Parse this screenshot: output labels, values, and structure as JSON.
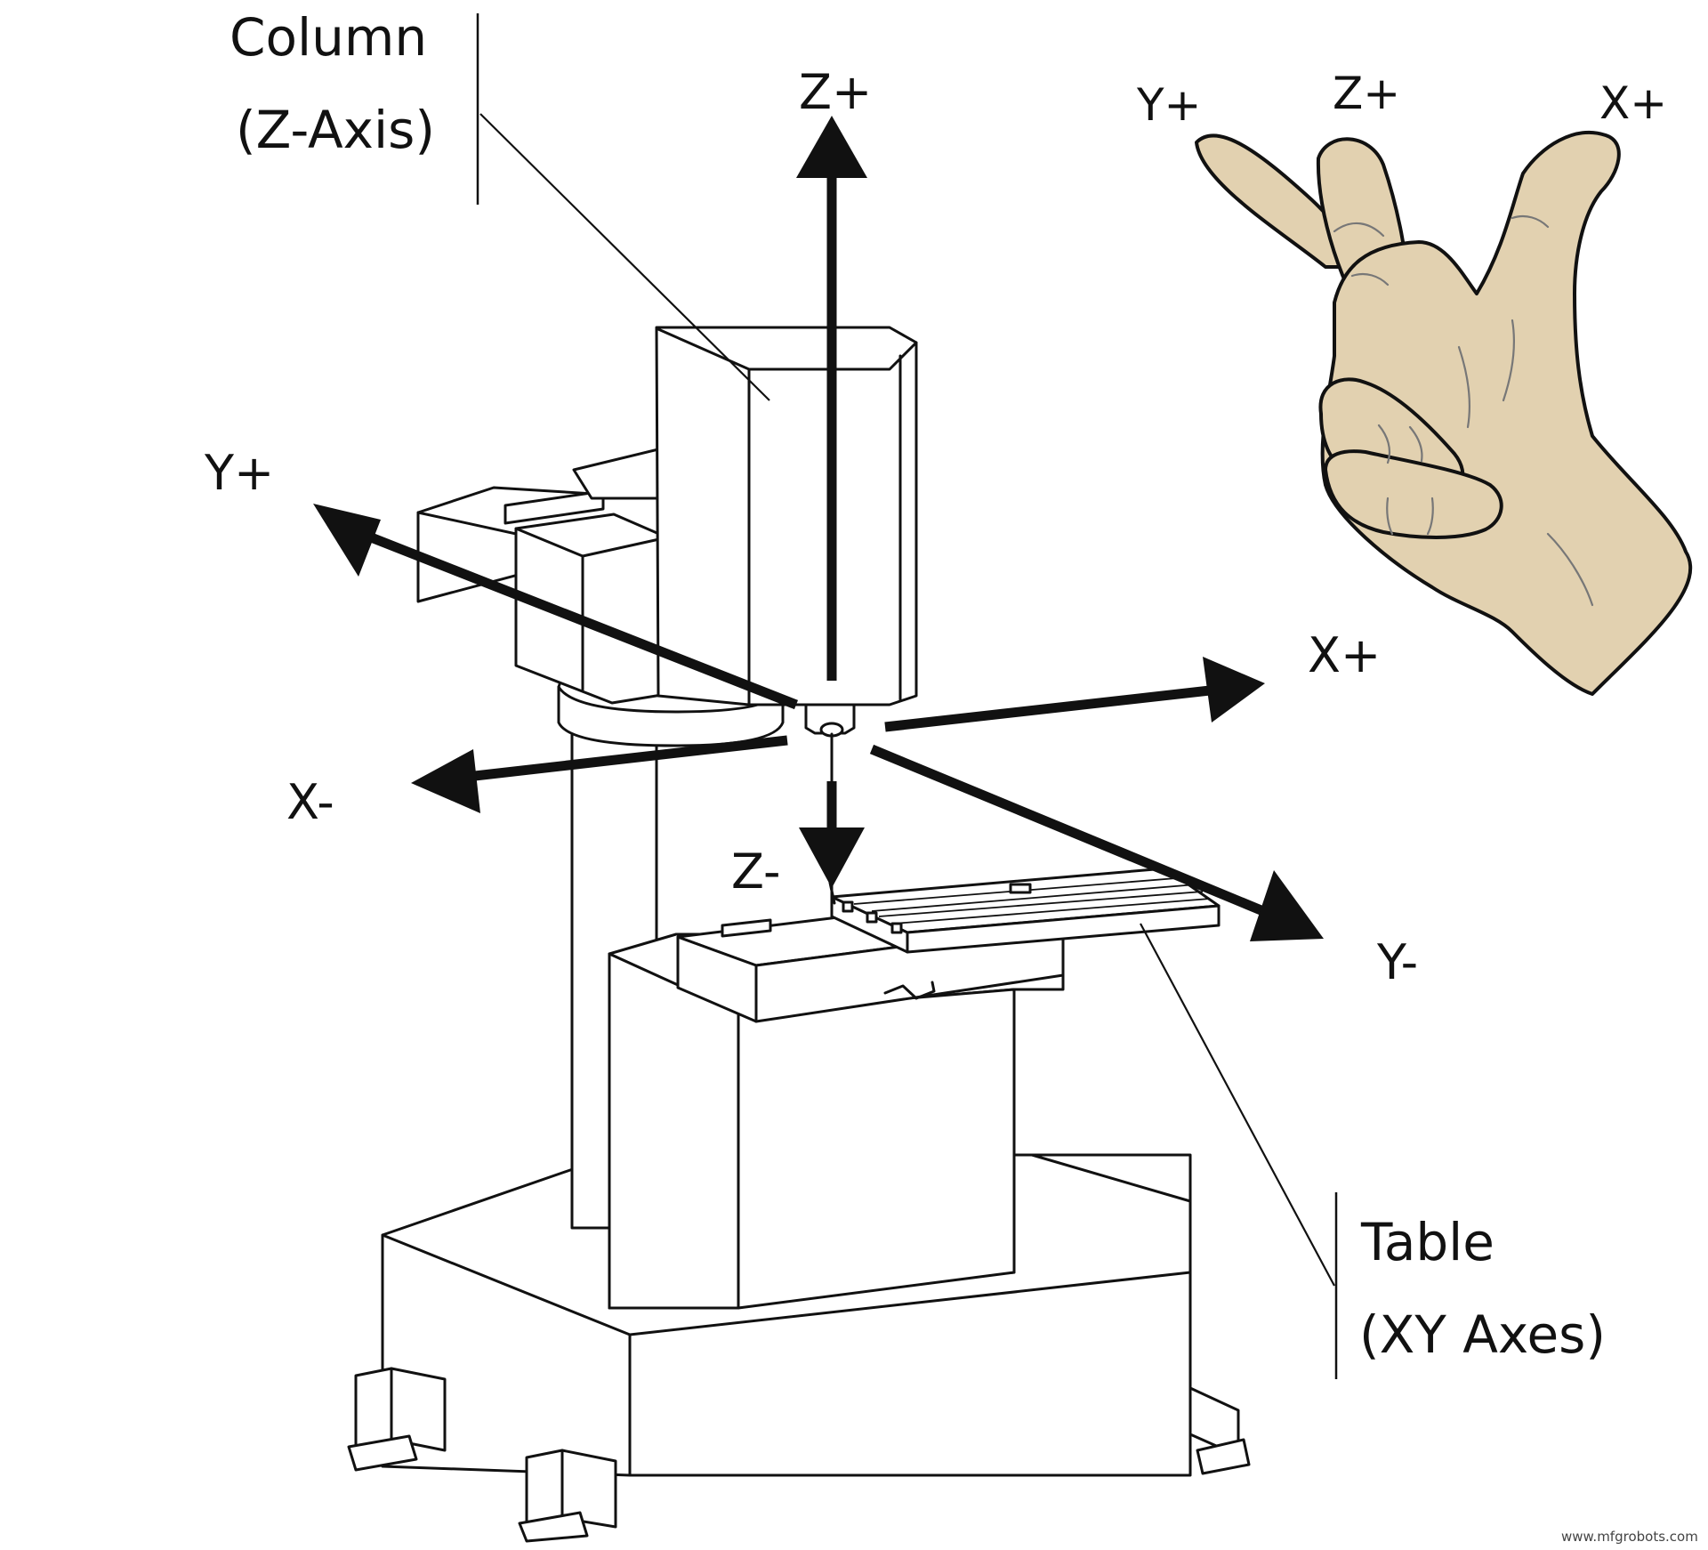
{
  "callouts": {
    "column_line1": "Column",
    "column_line2": "(Z-Axis)",
    "table_line1": "Table",
    "table_line2": "(XY Axes)"
  },
  "machine_axes": {
    "z_plus": "Z+",
    "z_minus": "Z-",
    "y_plus": "Y+",
    "y_minus": "Y-",
    "x_plus": "X+",
    "x_minus": "X-"
  },
  "hand_axes": {
    "y_plus": "Y+",
    "z_plus": "Z+",
    "x_plus": "X+"
  },
  "watermark": "www.mfgrobots.com",
  "colors": {
    "line": "#111111",
    "skin": "#e2d1b0",
    "background": "#ffffff"
  }
}
